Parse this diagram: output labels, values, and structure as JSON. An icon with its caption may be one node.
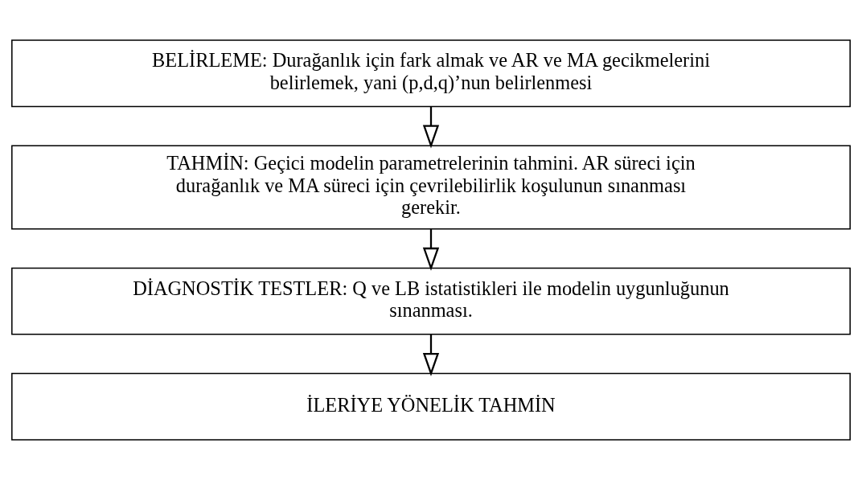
{
  "diagram": {
    "nodes": [
      {
        "text": [
          "BELİRLEME: Durağanlık için fark almak ve AR ve MA gecikmelerini belirlemek, yani (p,d,q)’nun belirlenmesi"
        ]
      },
      {
        "text": [
          "TAHMİN: Geçici modelin parametrelerinin tahmini. AR süreci için durağanlık ve MA süreci için çevrilebilirlik koşulunun sınanması gerekir."
        ]
      },
      {
        "text": [
          "DİAGNOSTİK TESTLER: Q ve LB istatistikleri ile modelin uygunluğunun sınanması."
        ]
      },
      {
        "text": [
          "İLERİYE YÖNELİK TAHMİN"
        ]
      }
    ],
    "edges": [
      {
        "from": 0,
        "to": 1,
        "arrow": "to"
      },
      {
        "from": 1,
        "to": 2,
        "arrow": "to"
      },
      {
        "from": 2,
        "to": 3,
        "arrow": "to"
      }
    ]
  }
}
